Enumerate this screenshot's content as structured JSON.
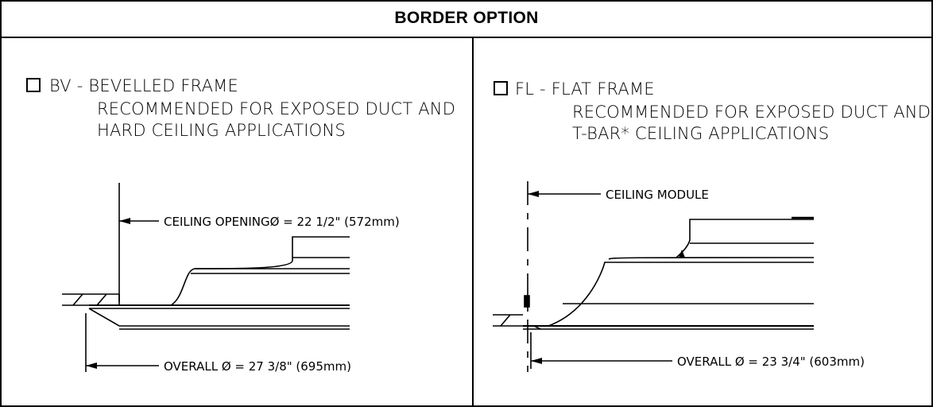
{
  "header": {
    "title": "BORDER OPTION"
  },
  "options": {
    "bv": {
      "title": "BV - BEVELLED FRAME",
      "desc_line1": "RECOMMENDED FOR EXPOSED DUCT AND",
      "desc_line2": "HARD CEILING APPLICATIONS",
      "dim_top": "CEILING OPENINGØ = 22 1/2\" (572mm)",
      "dim_bottom": "OVERALL Ø = 27 3/8\" (695mm)"
    },
    "fl": {
      "title": "FL - FLAT FRAME",
      "desc_line1": "RECOMMENDED FOR EXPOSED DUCT AND",
      "desc_line2": "T-BAR* CEILING APPLICATIONS",
      "dim_top": "CEILING MODULE",
      "dim_bottom": "OVERALL Ø = 23 3/4\" (603mm)"
    }
  }
}
